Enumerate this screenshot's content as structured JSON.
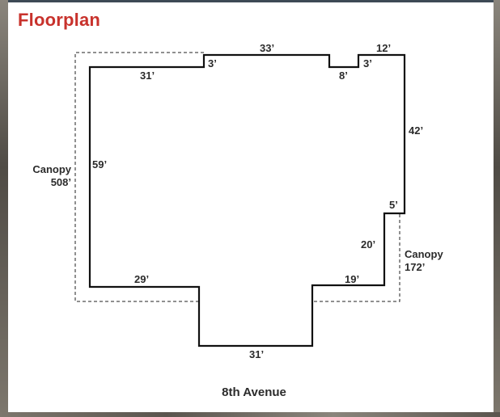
{
  "title": "Floorplan",
  "street": "8th Avenue",
  "canopies": [
    {
      "name": "Canopy",
      "area": "508’"
    },
    {
      "name": "Canopy",
      "area": "172’"
    }
  ],
  "dimensions": {
    "top_main": "33’",
    "top_right": "12’",
    "notch_step_left": "3’",
    "left_top": "31’",
    "notch_bottom": "8’",
    "notch_step_right": "3’",
    "right_upper": "42’",
    "right_step": "5’",
    "left_side": "59’",
    "right_lower": "20’",
    "bottom_left": "29’",
    "bottom_right": "19’",
    "bottom_extension": "31’"
  },
  "colors": {
    "title": "#c8322c",
    "outline": "#111111"
  }
}
